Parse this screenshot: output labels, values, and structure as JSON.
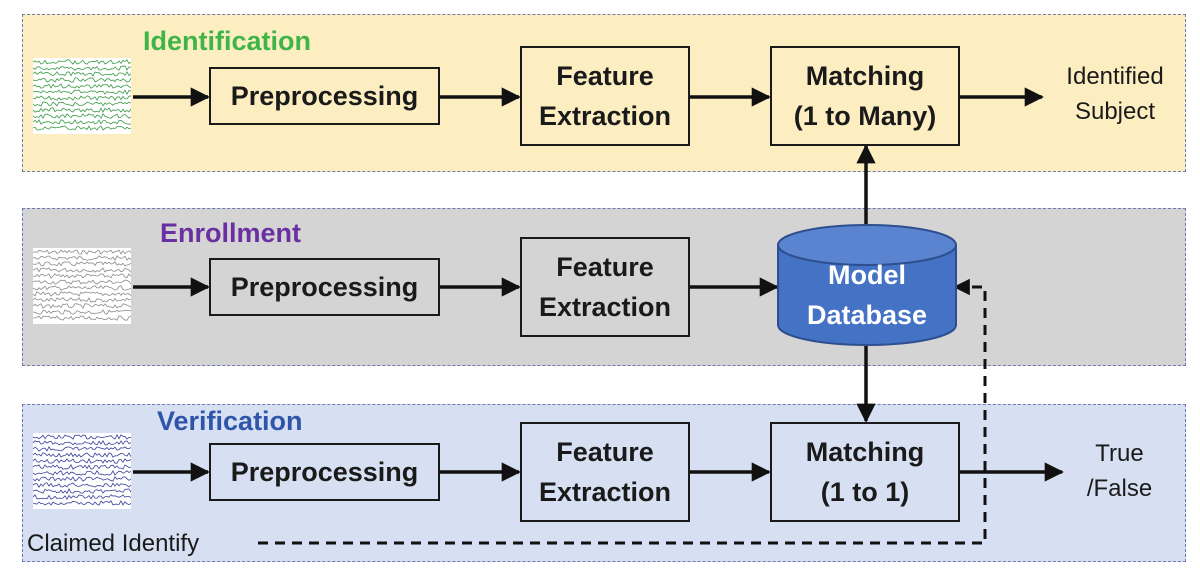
{
  "bands": {
    "identification": {
      "title": "Identification",
      "color": "#3fb548",
      "background": "#fdeec2"
    },
    "enrollment": {
      "title": "Enrollment",
      "color": "#6a2fa0",
      "background": "#d4d4d4"
    },
    "verification": {
      "title": "Verification",
      "color": "#2f55a8",
      "background": "#d6e0f2"
    }
  },
  "identification": {
    "preprocessing": "Preprocessing",
    "feature_extraction": "Feature\nExtraction",
    "matching": "Matching\n(1 to Many)",
    "output": "Identified\nSubject",
    "signal_color": "#3a9a45"
  },
  "enrollment": {
    "preprocessing": "Preprocessing",
    "feature_extraction": "Feature\nExtraction",
    "signal_color": "#8a8a8a"
  },
  "database": {
    "label": "Model\nDatabase",
    "color": "#4472c4"
  },
  "verification": {
    "preprocessing": "Preprocessing",
    "feature_extraction": "Feature\nExtraction",
    "matching": "Matching\n(1 to 1)",
    "output": "True\n/False",
    "claimed": "Claimed Identify",
    "signal_color": "#3a3f9a"
  },
  "icons": [
    "eeg-signal-icon",
    "database-cylinder-icon",
    "arrow-icon"
  ]
}
